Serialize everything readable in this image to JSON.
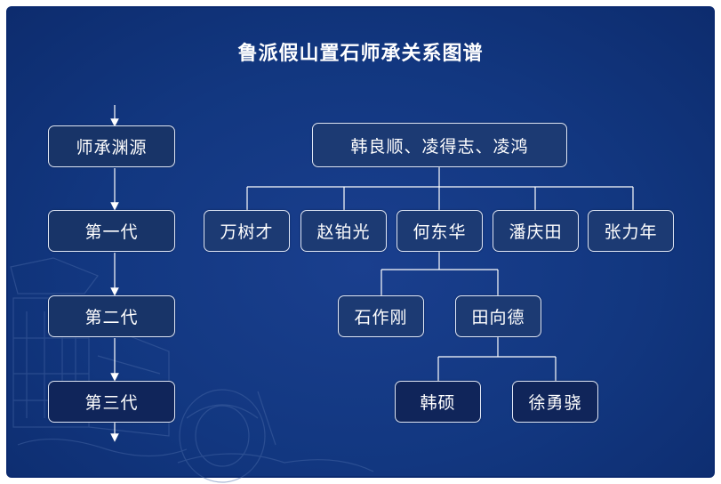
{
  "title": "鲁派假山置石师承关系图谱",
  "generations": {
    "origin": "师承渊源",
    "first": "第一代",
    "second": "第二代",
    "third": "第三代"
  },
  "tree": {
    "root": "韩良顺、凌得志、凌鸿",
    "first_gen": [
      "万树才",
      "赵铂光",
      "何东华",
      "潘庆田",
      "张力年"
    ],
    "second_gen": [
      "石作刚",
      "田向德"
    ],
    "third_gen": [
      "韩硕",
      "徐勇骁"
    ]
  },
  "colors": {
    "background": "#123780",
    "node_fill": "#1c3a73",
    "node_border": "#dfe6f5",
    "text": "#ffffff"
  }
}
